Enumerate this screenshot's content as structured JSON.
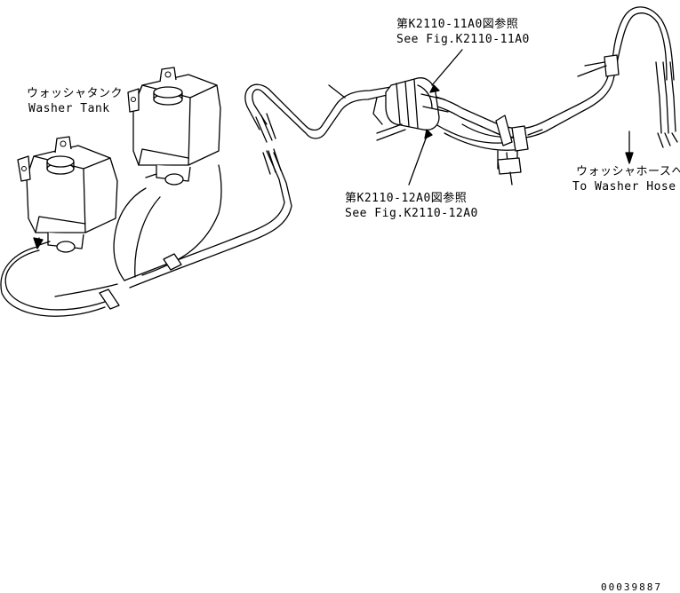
{
  "labels": {
    "ref_top_jp": "第K2110-11A0図参照",
    "ref_top_en": "See Fig.K2110-11A0",
    "ref_mid_jp": "第K2110-12A0図参照",
    "ref_mid_en": "See Fig.K2110-12A0",
    "tank_jp": "ウォッシャタンク",
    "tank_en": "Washer Tank",
    "hose_jp": "ウォッシャホースへ",
    "hose_en": "To Washer Hose",
    "drawing_number": "00039887"
  },
  "icons": [
    "washer-tank-icon",
    "washer-tank-icon",
    "pump-motor-icon",
    "connector-icon",
    "clamp-icon",
    "grommet-icon"
  ]
}
